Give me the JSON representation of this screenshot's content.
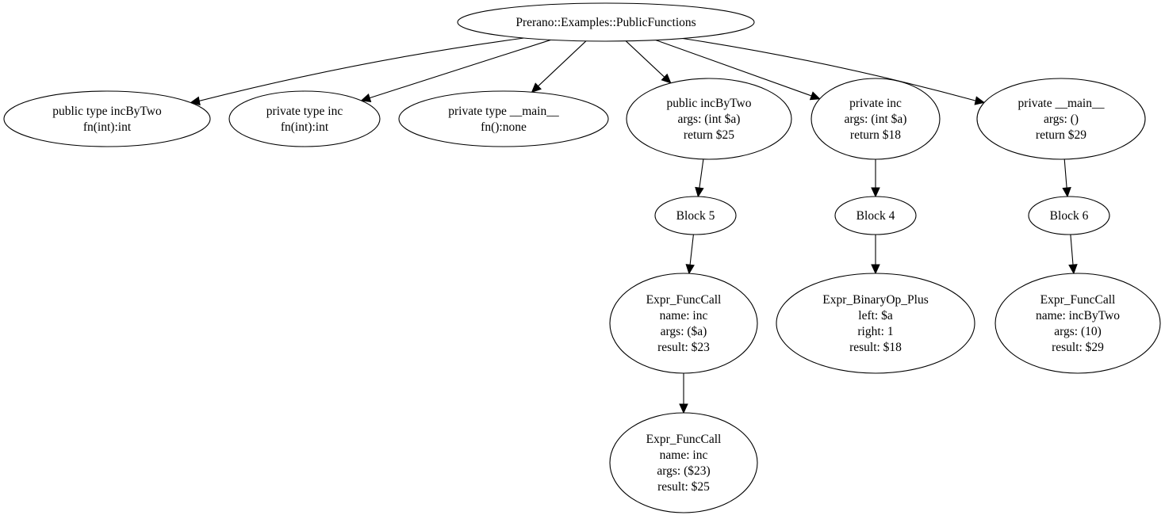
{
  "graph": {
    "nodes": [
      {
        "id": "root",
        "lines": [
          "Prerano::Examples::PublicFunctions"
        ]
      },
      {
        "id": "type_incByTwo",
        "lines": [
          "public type incByTwo",
          "fn(int):int"
        ]
      },
      {
        "id": "type_inc",
        "lines": [
          "private type inc",
          "fn(int):int"
        ]
      },
      {
        "id": "type_main",
        "lines": [
          "private type __main__",
          "fn():none"
        ]
      },
      {
        "id": "fn_incByTwo",
        "lines": [
          "public incByTwo",
          "args: (int $a)",
          "return $25"
        ]
      },
      {
        "id": "fn_inc",
        "lines": [
          "private inc",
          "args: (int $a)",
          "return $18"
        ]
      },
      {
        "id": "fn_main",
        "lines": [
          "private __main__",
          "args: ()",
          "return $29"
        ]
      },
      {
        "id": "block5",
        "lines": [
          "Block 5"
        ]
      },
      {
        "id": "block4",
        "lines": [
          "Block 4"
        ]
      },
      {
        "id": "block6",
        "lines": [
          "Block 6"
        ]
      },
      {
        "id": "call_inc_a",
        "lines": [
          "Expr_FuncCall",
          "name: inc",
          "args: ($a)",
          "result: $23"
        ]
      },
      {
        "id": "binop_plus",
        "lines": [
          "Expr_BinaryOp_Plus",
          "left: $a",
          "right: 1",
          "result: $18"
        ]
      },
      {
        "id": "call_incByTwo",
        "lines": [
          "Expr_FuncCall",
          "name: incByTwo",
          "args: (10)",
          "result: $29"
        ]
      },
      {
        "id": "call_inc_23",
        "lines": [
          "Expr_FuncCall",
          "name: inc",
          "args: ($23)",
          "result: $25"
        ]
      }
    ],
    "edges": [
      {
        "from": "root",
        "to": "type_incByTwo"
      },
      {
        "from": "root",
        "to": "type_inc"
      },
      {
        "from": "root",
        "to": "type_main"
      },
      {
        "from": "root",
        "to": "fn_incByTwo"
      },
      {
        "from": "root",
        "to": "fn_inc"
      },
      {
        "from": "root",
        "to": "fn_main"
      },
      {
        "from": "fn_incByTwo",
        "to": "block5"
      },
      {
        "from": "fn_inc",
        "to": "block4"
      },
      {
        "from": "fn_main",
        "to": "block6"
      },
      {
        "from": "block5",
        "to": "call_inc_a"
      },
      {
        "from": "block4",
        "to": "binop_plus"
      },
      {
        "from": "block6",
        "to": "call_incByTwo"
      },
      {
        "from": "call_inc_a",
        "to": "call_inc_23"
      }
    ]
  }
}
